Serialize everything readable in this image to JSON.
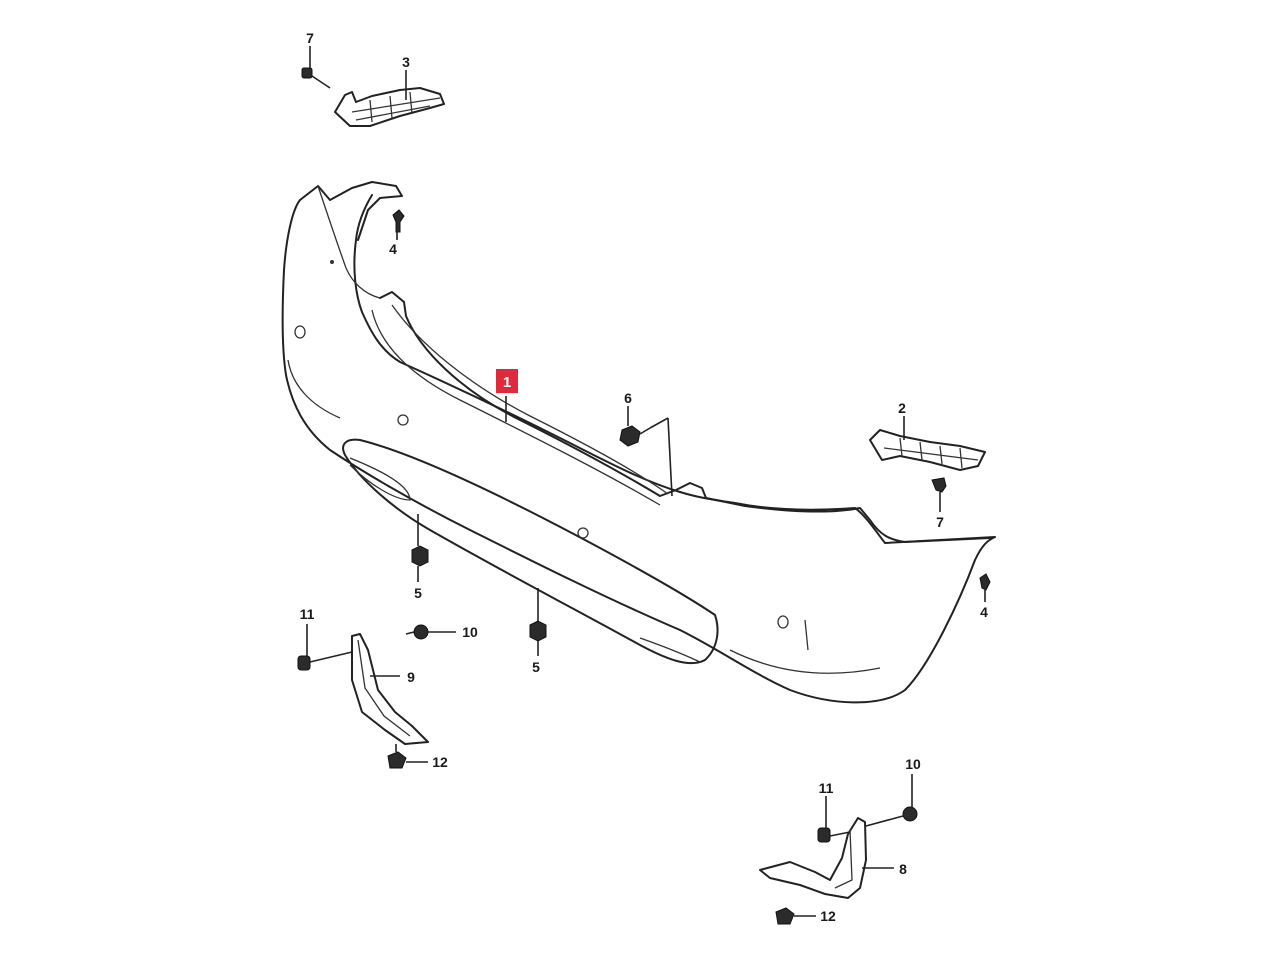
{
  "diagram": {
    "callouts": [
      {
        "id": "c1",
        "label": "1",
        "highlight": true,
        "highlight_color": "#e0293a"
      },
      {
        "id": "c2",
        "label": "2"
      },
      {
        "id": "c3",
        "label": "3"
      },
      {
        "id": "c4a",
        "label": "4"
      },
      {
        "id": "c4b",
        "label": "4"
      },
      {
        "id": "c5a",
        "label": "5"
      },
      {
        "id": "c5b",
        "label": "5"
      },
      {
        "id": "c6",
        "label": "6"
      },
      {
        "id": "c7a",
        "label": "7"
      },
      {
        "id": "c7b",
        "label": "7"
      },
      {
        "id": "c8",
        "label": "8"
      },
      {
        "id": "c9",
        "label": "9"
      },
      {
        "id": "c10a",
        "label": "10"
      },
      {
        "id": "c10b",
        "label": "10"
      },
      {
        "id": "c11a",
        "label": "11"
      },
      {
        "id": "c11b",
        "label": "11"
      },
      {
        "id": "c12a",
        "label": "12"
      },
      {
        "id": "c12b",
        "label": "12"
      }
    ]
  }
}
